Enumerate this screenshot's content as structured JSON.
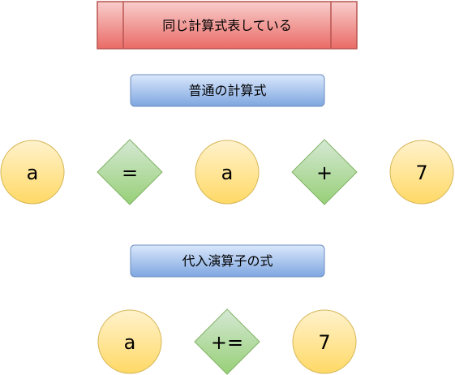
{
  "diagram": {
    "title": "同じ計算式表している",
    "normal_heading": "普通の計算式",
    "normal_row": {
      "term1": "a",
      "op1": "=",
      "term2": "a",
      "op2": "+",
      "term3": "7"
    },
    "compound_heading": "代入演算子の式",
    "compound_row": {
      "term1": "a",
      "op1": "+=",
      "term2": "7"
    }
  },
  "colors": {
    "title_fill": "#e06771",
    "title_stroke": "#b85450",
    "heading_fill": "#a8c4ec",
    "heading_stroke": "#6c8ebf",
    "circle_fill": "#fdd76a",
    "circle_stroke": "#d6b656",
    "diamond_fill": "#a6d486",
    "diamond_stroke": "#82b366"
  }
}
